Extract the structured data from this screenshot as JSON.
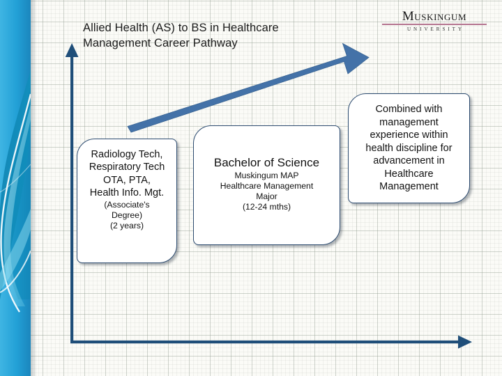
{
  "slide": {
    "title_line_1": "Allied Health (AS) to BS in Healthcare",
    "title_line_2": "Management Career Pathway",
    "background_color": "#fbfbf7",
    "accent_navy": "#1f4e79",
    "accent_arrow_blue": "#4472a8",
    "sidebar_blue": "#29a3d8"
  },
  "logo": {
    "wordmark": "Muskingum",
    "subtitle": "UNIVERSITY",
    "rule_color": "#b4738f"
  },
  "pathway": {
    "progress_arrow_name": "career-progression-arrow",
    "stages": [
      {
        "id": "associate",
        "lines_primary": [
          "Radiology Tech,",
          "Respiratory Tech",
          "OTA, PTA,",
          "Health Info. Mgt."
        ],
        "lines_secondary": [
          "(Associate's",
          "Degree)",
          "(2 years)"
        ]
      },
      {
        "id": "bachelor",
        "heading": "Bachelor of Science",
        "lines_secondary": [
          "Muskingum MAP",
          "Healthcare Management",
          "Major",
          "(12-24 mths)"
        ]
      },
      {
        "id": "combined",
        "lines_primary": [
          "Combined with",
          "management",
          "experience within",
          "health discipline for",
          "advancement in",
          "Healthcare",
          "Management"
        ]
      }
    ]
  },
  "axes": {
    "y_axis_name": "vertical-growth-axis",
    "x_axis_name": "horizontal-time-axis"
  }
}
